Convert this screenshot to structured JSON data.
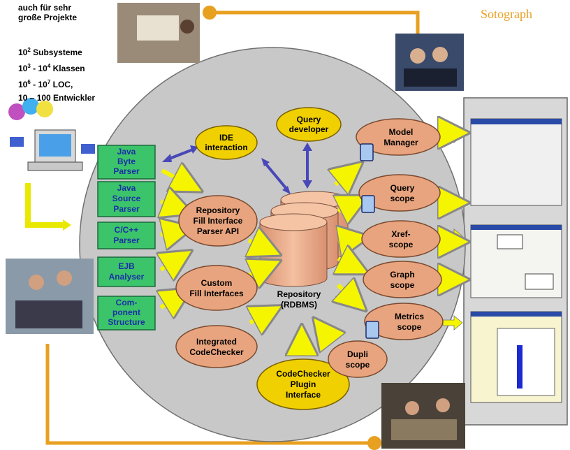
{
  "brand": "Sotograph",
  "intro": {
    "heading_line1": "auch für sehr",
    "heading_line2": "große Projekte",
    "stats": [
      {
        "base": "10",
        "exp": "2",
        "text": " Subsysteme"
      },
      {
        "base": "10",
        "exp": "3",
        "mid": " - 10",
        "exp2": "4",
        "text": " Klassen"
      },
      {
        "base": "10",
        "exp": "6",
        "mid": " - 10",
        "exp2": "7",
        "text": " LOC,"
      },
      {
        "base": "10 – 100",
        "text": " Entwickler"
      }
    ]
  },
  "parsers": [
    [
      "Java",
      "Byte",
      "Parser"
    ],
    [
      "Java",
      "Source",
      "Parser"
    ],
    [
      "C/C++",
      "Parser"
    ],
    [
      "EJB",
      "Analyser"
    ],
    [
      "Com-",
      "ponent",
      "Structure"
    ]
  ],
  "inner_nodes": {
    "ide": [
      "IDE",
      "interaction"
    ],
    "query_dev": [
      "Query",
      "developer"
    ],
    "fill_api": [
      "Repository",
      "Fill Interface",
      "Parser API"
    ],
    "custom_fill": [
      "Custom",
      "Fill Interfaces"
    ],
    "codechecker": [
      "Integrated",
      "CodeChecker"
    ],
    "plugin": [
      "CodeChecker",
      "Plugin",
      "Interface"
    ],
    "repository": [
      "Repository",
      "(RDBMS)"
    ]
  },
  "scopes": [
    [
      "Model",
      "Manager"
    ],
    [
      "Query",
      "scope"
    ],
    [
      "Xref-",
      "scope"
    ],
    [
      "Graph",
      "scope"
    ],
    [
      "Metrics",
      "scope"
    ],
    [
      "Dupli",
      "scope"
    ]
  ],
  "colors": {
    "circle": "#c8c8c8",
    "parser_fill": "#3cc46a",
    "parser_text": "#1a2fa8",
    "yellow_node": "#f0d000",
    "orange_node": "#e8a47e",
    "arrow_yellow": "#f5f500",
    "arrow_blue": "#4848b8",
    "connector": "#e8a020",
    "panel": "#d8d8d8"
  }
}
